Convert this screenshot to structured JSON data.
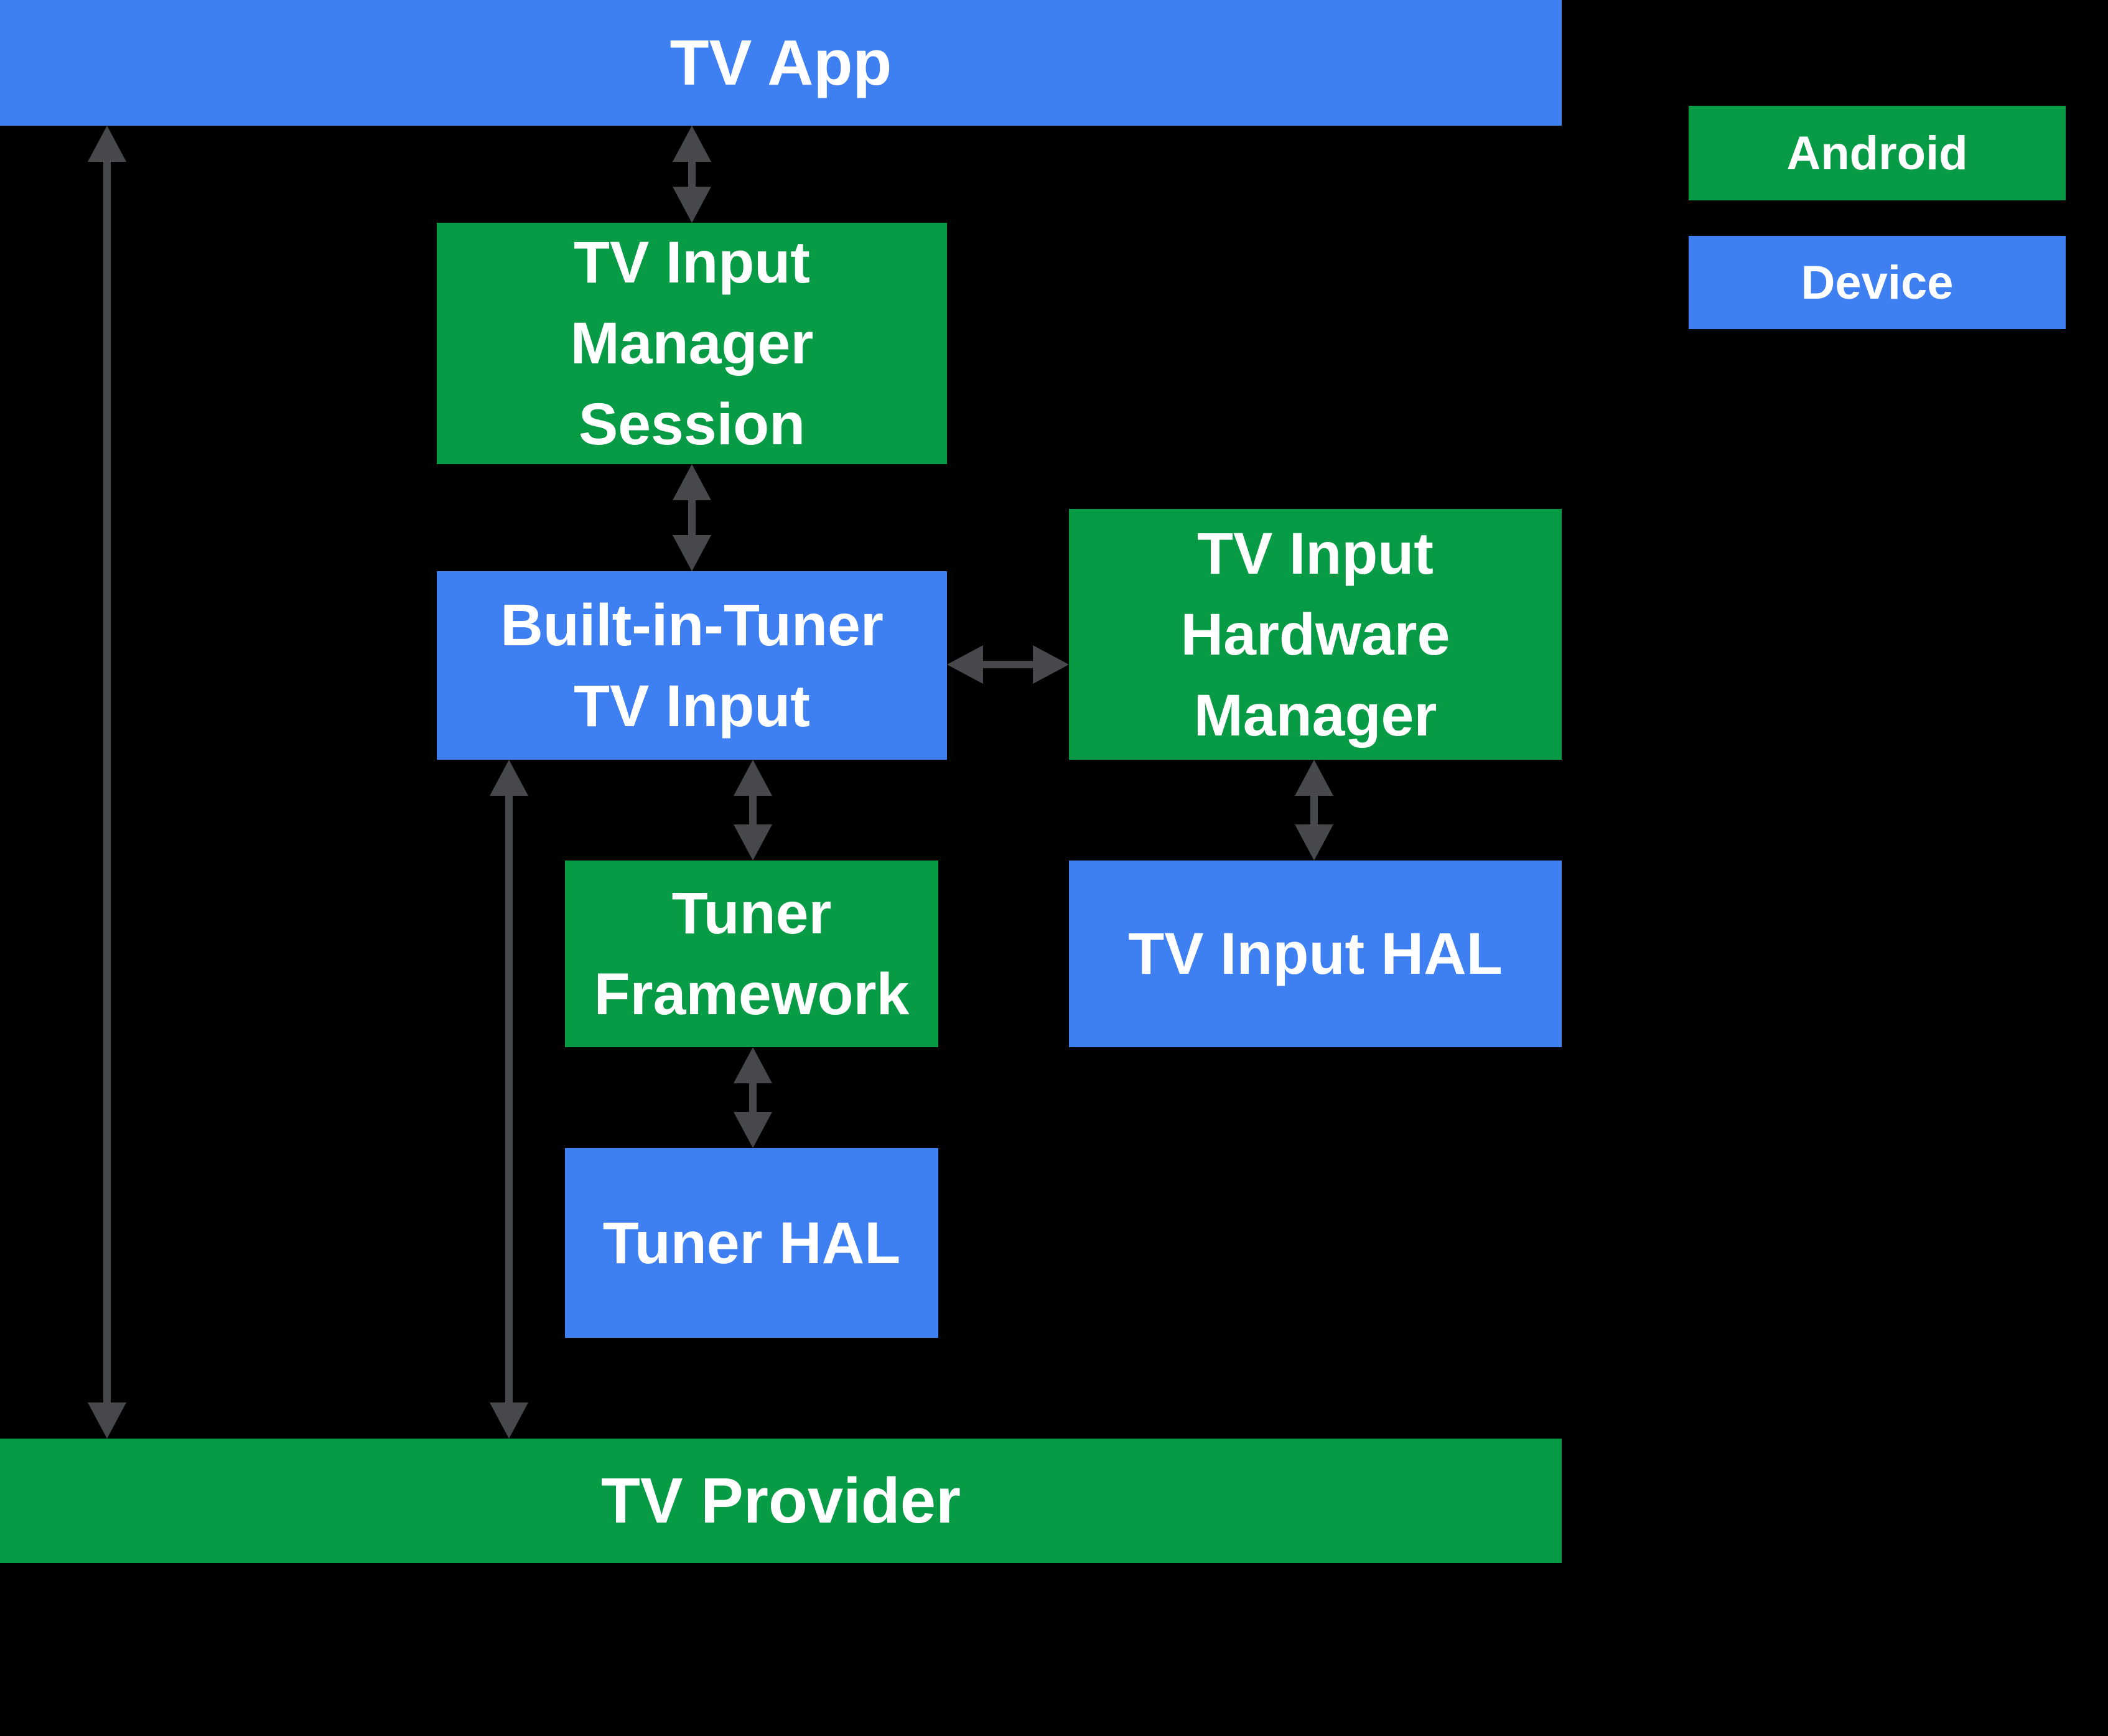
{
  "colors": {
    "android": "#089B46",
    "device": "#3E7FF2",
    "arrow": "#47484B",
    "text": "#FFFFFF",
    "background": "#000000"
  },
  "legend": {
    "android_label": "Android",
    "device_label": "Device"
  },
  "nodes": {
    "tv_app": {
      "label": "TV App",
      "layer": "device",
      "lines": [
        "TV App"
      ]
    },
    "tv_input_manager_session": {
      "label": "TV Input Manager Session",
      "layer": "android",
      "lines": [
        "TV Input",
        "Manager",
        "Session"
      ]
    },
    "built_in_tuner_tv_input": {
      "label": "Built-in-Tuner TV Input",
      "layer": "device",
      "lines": [
        "Built-in-Tuner",
        "TV Input"
      ]
    },
    "tv_input_hardware_manager": {
      "label": "TV Input Hardware Manager",
      "layer": "android",
      "lines": [
        "TV Input",
        "Hardware",
        "Manager"
      ]
    },
    "tuner_framework": {
      "label": "Tuner Framework",
      "layer": "android",
      "lines": [
        "Tuner",
        "Framework"
      ]
    },
    "tv_input_hal": {
      "label": "TV Input HAL",
      "layer": "device",
      "lines": [
        "TV Input HAL"
      ]
    },
    "tuner_hal": {
      "label": "Tuner HAL",
      "layer": "device",
      "lines": [
        "Tuner HAL"
      ]
    },
    "tv_provider": {
      "label": "TV Provider",
      "layer": "android",
      "lines": [
        "TV Provider"
      ]
    }
  },
  "connections": [
    {
      "from": "tv_app",
      "to": "tv_input_manager_session",
      "type": "bidirectional"
    },
    {
      "from": "tv_input_manager_session",
      "to": "built_in_tuner_tv_input",
      "type": "bidirectional"
    },
    {
      "from": "built_in_tuner_tv_input",
      "to": "tv_input_hardware_manager",
      "type": "bidirectional"
    },
    {
      "from": "tv_input_hardware_manager",
      "to": "tv_input_hal",
      "type": "bidirectional"
    },
    {
      "from": "built_in_tuner_tv_input",
      "to": "tuner_framework",
      "type": "bidirectional"
    },
    {
      "from": "tuner_framework",
      "to": "tuner_hal",
      "type": "bidirectional"
    },
    {
      "from": "tv_app",
      "to": "tv_provider",
      "type": "bidirectional"
    },
    {
      "from": "built_in_tuner_tv_input",
      "to": "tv_provider",
      "type": "bidirectional"
    }
  ]
}
